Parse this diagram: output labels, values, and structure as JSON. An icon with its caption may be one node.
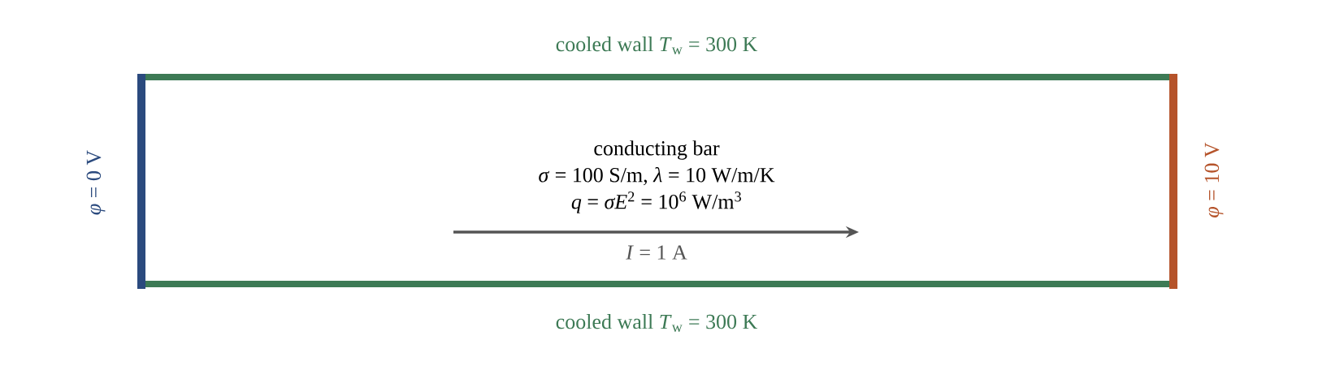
{
  "diagram": {
    "nodes": [
      {
        "text": [
          "conducting bar",
          "*σ* = 100 S/m, *λ* = 10 W/m/K",
          "*q* = *σE*$^{2}$ = 10$^{6}$ W/m$^{3}$"
        ]
      }
    ],
    "labels": [
      "cooled wall *T*$_{w}$ = 300 K",
      "*φ* = 0 V",
      "*φ* = 10 V",
      "*I* = 1 A",
      "cooled wall *T*$_{w}$ = 300 K"
    ]
  }
}
